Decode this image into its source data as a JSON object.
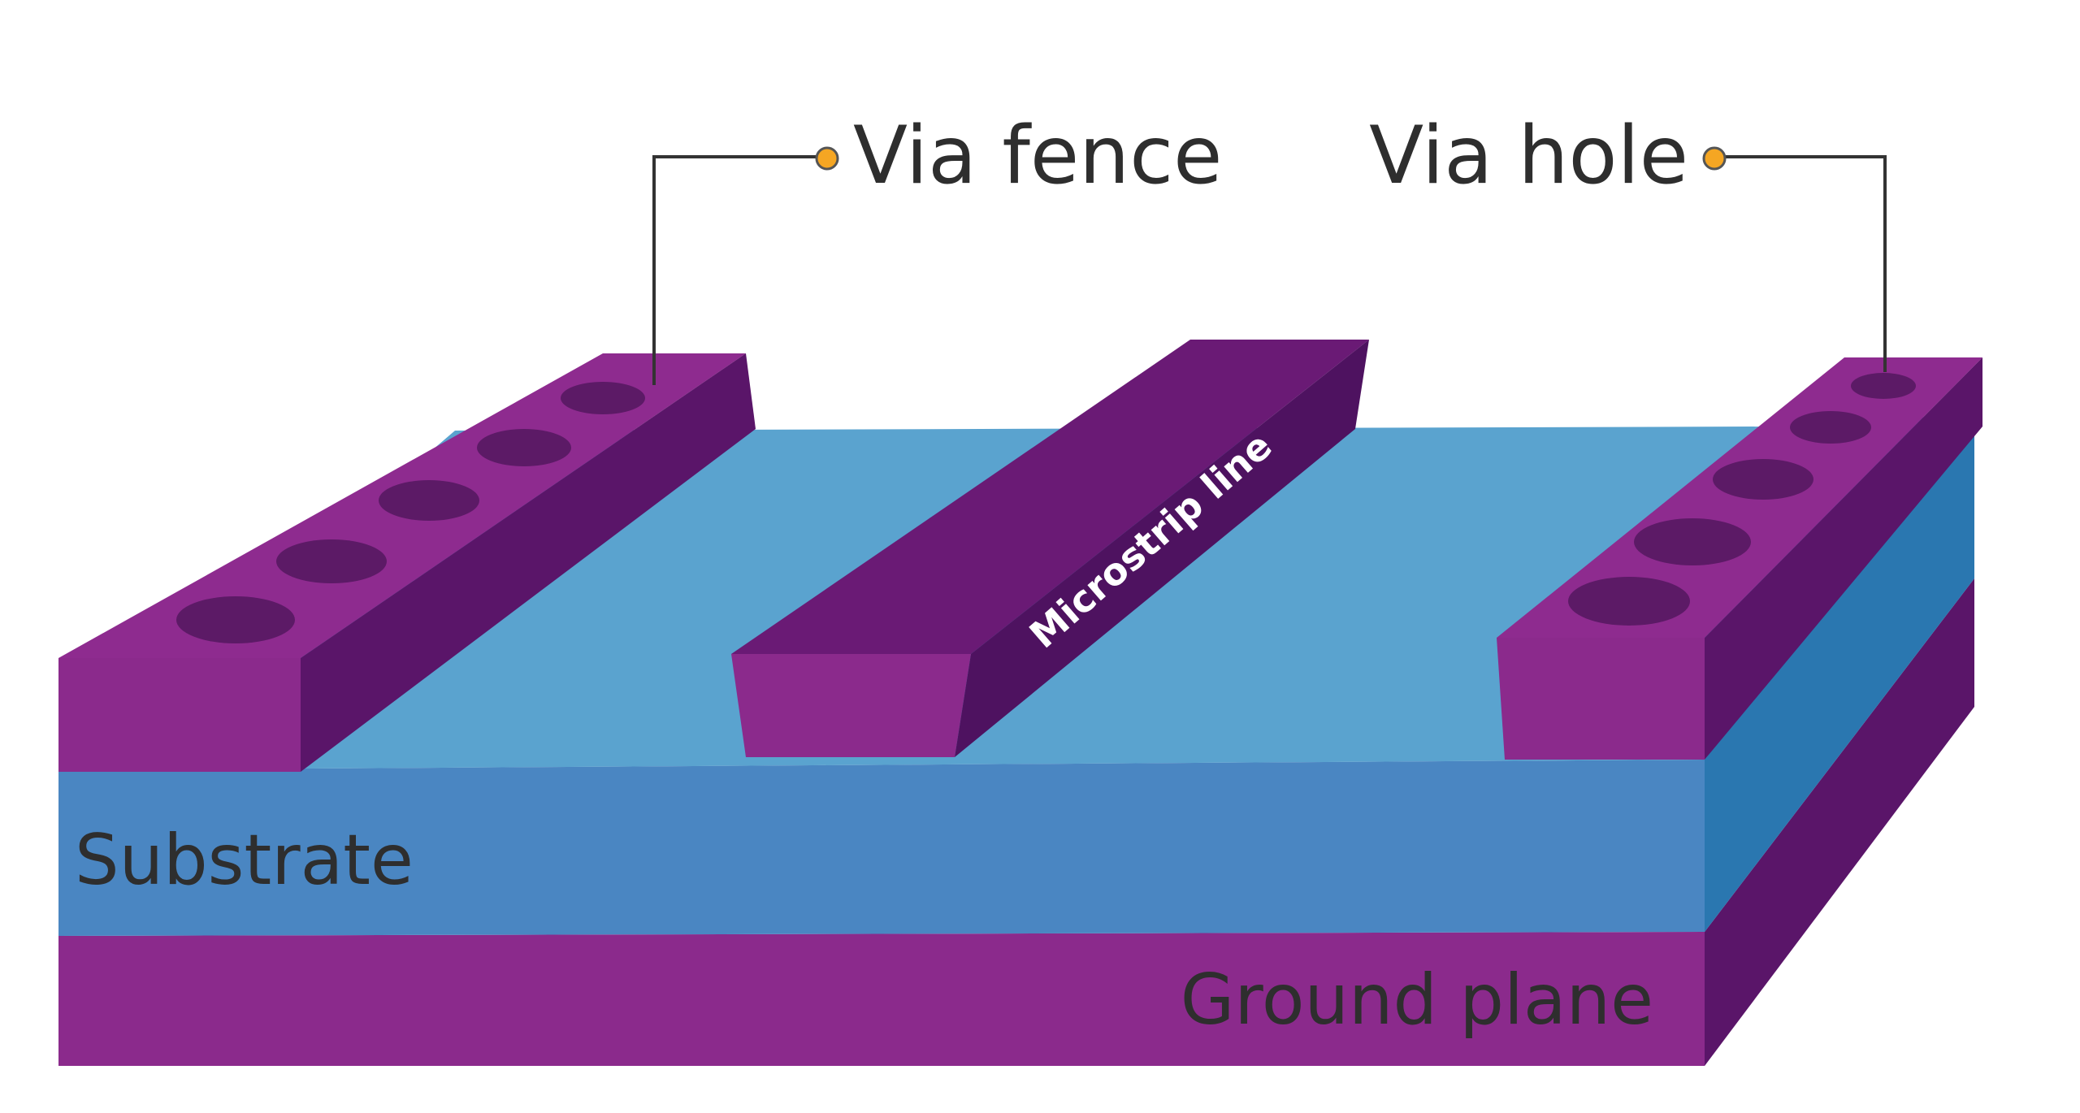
{
  "labels": {
    "via_fence": "Via fence",
    "via_hole": "Via hole",
    "microstrip_line": "Microstrip line",
    "substrate": "Substrate",
    "ground_plane": "Ground plane"
  },
  "colors": {
    "background": "#ffffff",
    "metal_front": "#8b2a8c",
    "metal_top": "#8e2b8f",
    "metal_side": "#5a1569",
    "via_hole": "#5c1a66",
    "substrate_front": "#4a86c2",
    "substrate_top": "#5aa3cf",
    "substrate_side": "#2a77b0",
    "label_text": "#2e2e2e",
    "leader_line": "#333333",
    "callout_dot": "#f5a623",
    "strip_text": "#ffffff"
  }
}
